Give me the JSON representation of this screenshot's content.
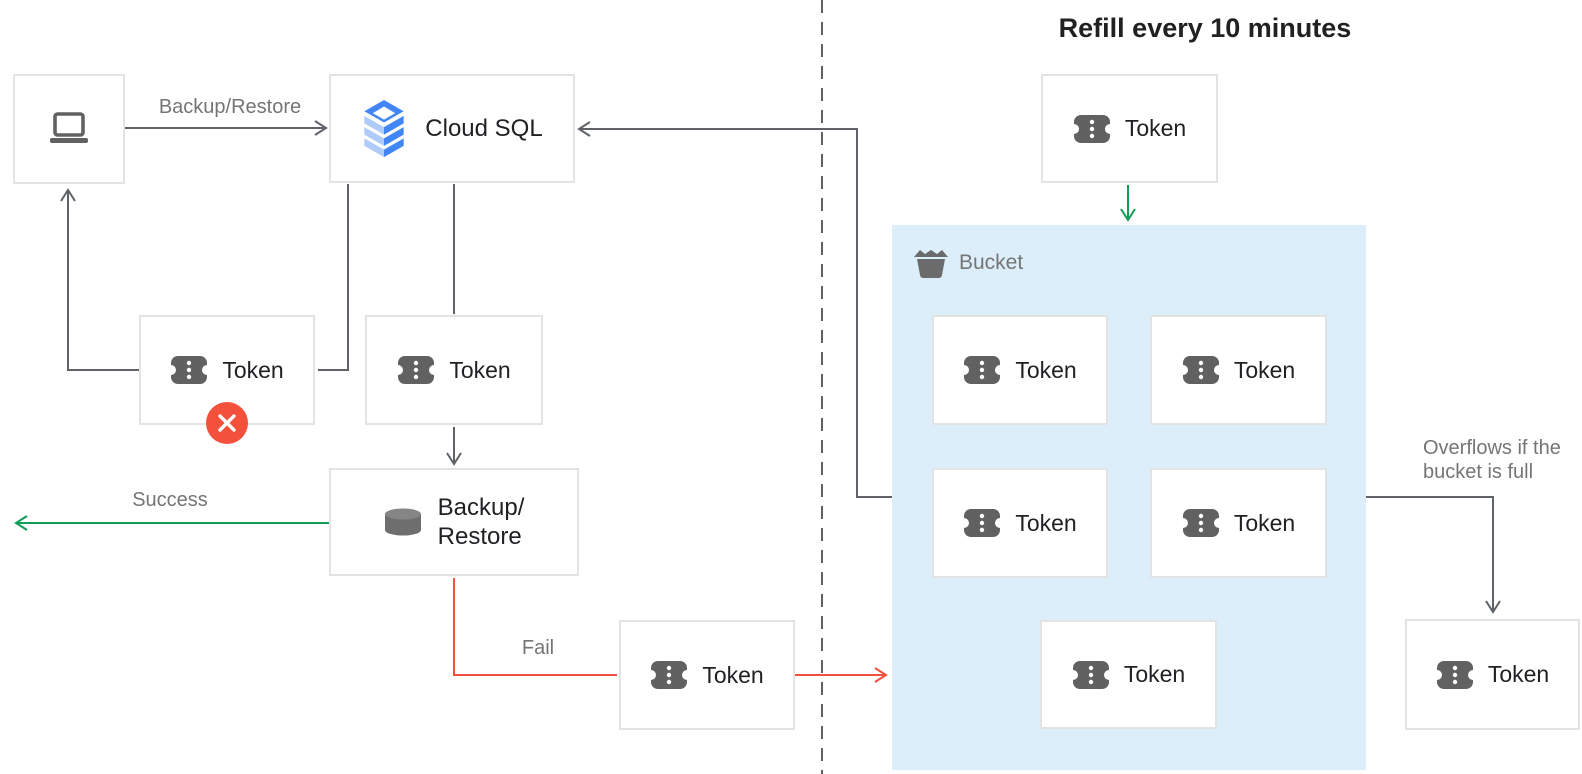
{
  "title": "Refill every 10 minutes",
  "nodes": {
    "cloud_sql_label": "Cloud SQL",
    "token_label": "Token",
    "backup_restore_line1": "Backup/",
    "backup_restore_line2": "Restore",
    "bucket_label": "Bucket"
  },
  "edge_labels": {
    "backup_restore": "Backup/Restore",
    "success": "Success",
    "fail": "Fail",
    "overflow_line1": "Overflows if the",
    "overflow_line2": "bucket is full"
  },
  "icons": {
    "laptop": "laptop-icon",
    "cloud_sql": "cloud-sql-icon",
    "token": "token-ticket-icon",
    "database": "database-icon",
    "bucket": "bucket-icon",
    "error": "error-x-icon"
  },
  "colors": {
    "line_gray": "#5f6368",
    "divider_gray": "#616161",
    "success_green": "#0f9d58",
    "fail_red": "#f4503e",
    "bucket_fill": "#dceefa",
    "box_border": "#e3e3e3",
    "icon_gray": "#616161",
    "label_gray": "#757575",
    "text_dark": "#202124",
    "badge_red": "#f4513c",
    "cloud_sql_blue": "#4285f4",
    "cloud_sql_light_blue": "#aecbfa"
  }
}
